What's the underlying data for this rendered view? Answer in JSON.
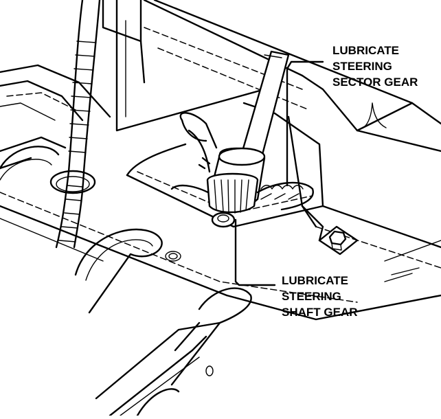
{
  "callouts": {
    "sector_gear": {
      "line1": "LUBRICATE",
      "line2": "STEERING",
      "line3": "SECTOR GEAR"
    },
    "shaft_gear": {
      "line1": "LUBRICATE",
      "line2": "STEERING",
      "line3": "SHAFT GEAR"
    }
  }
}
